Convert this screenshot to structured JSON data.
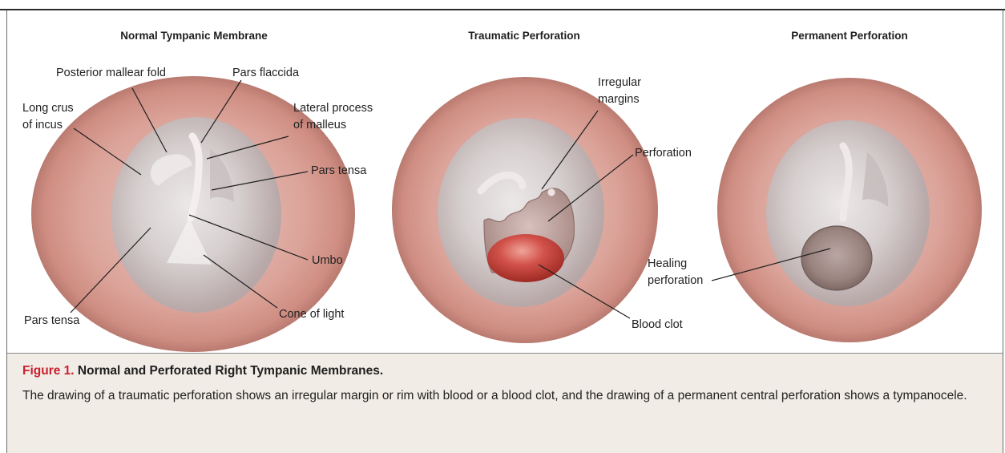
{
  "panels": [
    {
      "title": "Normal Tympanic Membrane",
      "labels": {
        "posterior_mallear_fold": "Posterior mallear fold",
        "pars_flaccida": "Pars flaccida",
        "long_crus_line1": "Long crus",
        "long_crus_line2": "of incus",
        "lateral_process_line1": "Lateral process",
        "lateral_process_line2": "of malleus",
        "pars_tensa_right": "Pars tensa",
        "umbo": "Umbo",
        "pars_tensa_left": "Pars tensa",
        "cone_of_light": "Cone of light"
      }
    },
    {
      "title": "Traumatic Perforation",
      "labels": {
        "irregular_line1": "Irregular",
        "irregular_line2": "margins",
        "perforation": "Perforation",
        "blood_clot": "Blood clot"
      }
    },
    {
      "title": "Permanent Perforation",
      "labels": {
        "healing_line1": "Healing",
        "healing_line2": "perforation"
      }
    }
  ],
  "caption": {
    "figure_number": "Figure 1.",
    "title": "Normal and Perforated Right Tympanic Membranes.",
    "body": "The drawing of a traumatic perforation shows an irregular margin or rim with blood or a blood clot, and the drawing of a permanent central perforation shows a tympanocele."
  },
  "colors": {
    "accent": "#c8202e",
    "caption_background": "#f1ece5",
    "ear_canal": "#dca49a",
    "membrane": "#cfc7c5",
    "blood": "#c0392b"
  }
}
